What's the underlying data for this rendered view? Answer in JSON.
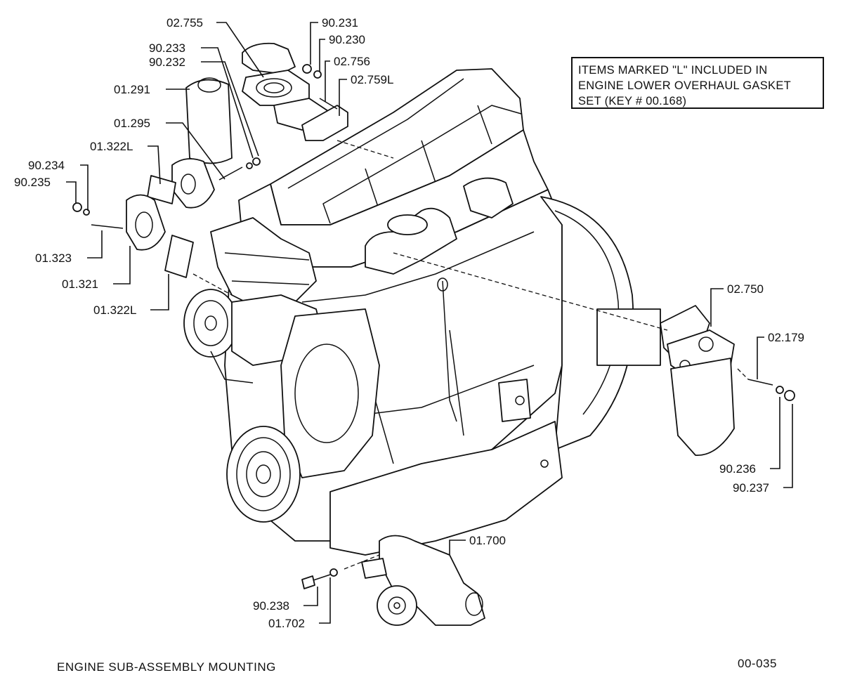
{
  "title": "ENGINE SUB-ASSEMBLY MOUNTING",
  "page_code": "00-035",
  "note": {
    "line1": "ITEMS  MARKED \"L\" INCLUDED IN",
    "line2": "ENGINE LOWER OVERHAUL GASKET",
    "line3": "SET (KEY # 00.168)"
  },
  "callouts": {
    "c02755": "02.755",
    "c90231": "90.231",
    "c90230": "90.230",
    "c90233": "90.233",
    "c90232": "90.232",
    "c02756": "02.756",
    "c02759L": "02.759L",
    "c01291": "01.291",
    "c01295": "01.295",
    "c01322L_top": "01.322L",
    "c90234": "90.234",
    "c90235": "90.235",
    "c01323": "01.323",
    "c01321": "01.321",
    "c01322L_bot": "01.322L",
    "c02750": "02.750",
    "c02179": "02.179",
    "c90236": "90.236",
    "c90237": "90.237",
    "c01700": "01.700",
    "c90238": "90.238",
    "c01702": "01.702"
  }
}
